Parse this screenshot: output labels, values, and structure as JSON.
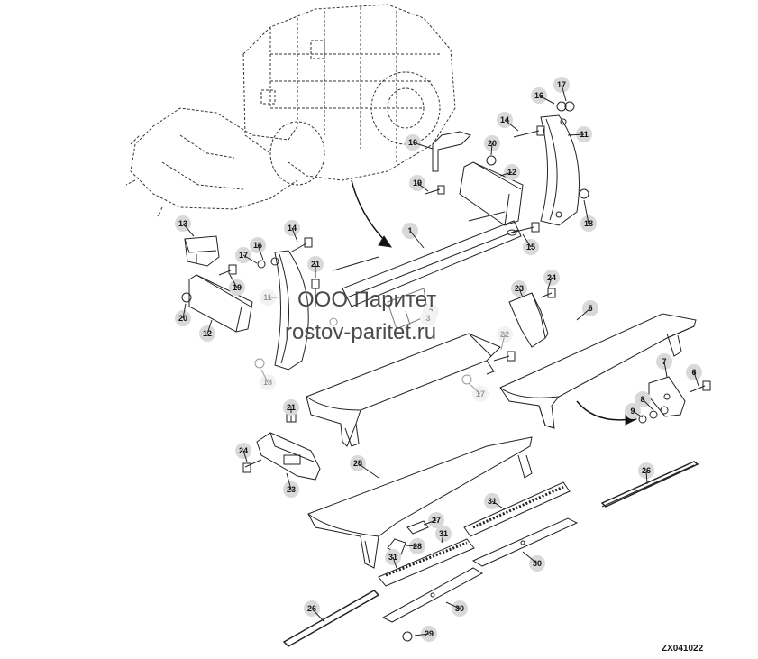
{
  "watermark": {
    "line1": "ООО Паритет",
    "line2": "rostov-paritet.ru"
  },
  "figure_code": "ZX041022",
  "callouts": [
    {
      "id": "c1",
      "text": "1"
    },
    {
      "id": "c2",
      "text": "2"
    },
    {
      "id": "c3",
      "text": "3"
    },
    {
      "id": "c5",
      "text": "5"
    },
    {
      "id": "c6",
      "text": "6"
    },
    {
      "id": "c7",
      "text": "7"
    },
    {
      "id": "c8",
      "text": "8"
    },
    {
      "id": "c9",
      "text": "9"
    },
    {
      "id": "c10",
      "text": "10"
    },
    {
      "id": "c11a",
      "text": "11"
    },
    {
      "id": "c11b",
      "text": "11"
    },
    {
      "id": "c12a",
      "text": "12"
    },
    {
      "id": "c12b",
      "text": "12"
    },
    {
      "id": "c13",
      "text": "13"
    },
    {
      "id": "c14a",
      "text": "14"
    },
    {
      "id": "c14b",
      "text": "14"
    },
    {
      "id": "c15",
      "text": "15"
    },
    {
      "id": "c16a",
      "text": "16"
    },
    {
      "id": "c16b",
      "text": "16"
    },
    {
      "id": "c17a",
      "text": "17"
    },
    {
      "id": "c17b",
      "text": "17"
    },
    {
      "id": "c17c",
      "text": "17"
    },
    {
      "id": "c18a",
      "text": "18"
    },
    {
      "id": "c18b",
      "text": "18"
    },
    {
      "id": "c19a",
      "text": "19"
    },
    {
      "id": "c19b",
      "text": "19"
    },
    {
      "id": "c20a",
      "text": "20"
    },
    {
      "id": "c20b",
      "text": "20"
    },
    {
      "id": "c21a",
      "text": "21"
    },
    {
      "id": "c21b",
      "text": "21"
    },
    {
      "id": "c22",
      "text": "22"
    },
    {
      "id": "c23a",
      "text": "23"
    },
    {
      "id": "c23b",
      "text": "23"
    },
    {
      "id": "c24a",
      "text": "24"
    },
    {
      "id": "c24b",
      "text": "24"
    },
    {
      "id": "c25",
      "text": "25"
    },
    {
      "id": "c26a",
      "text": "26"
    },
    {
      "id": "c26b",
      "text": "26"
    },
    {
      "id": "c27",
      "text": "27"
    },
    {
      "id": "c28",
      "text": "28"
    },
    {
      "id": "c29",
      "text": "29"
    },
    {
      "id": "c30a",
      "text": "30"
    },
    {
      "id": "c30b",
      "text": "30"
    },
    {
      "id": "c31a",
      "text": "31"
    },
    {
      "id": "c31b",
      "text": "31"
    },
    {
      "id": "c31c",
      "text": "31"
    }
  ]
}
